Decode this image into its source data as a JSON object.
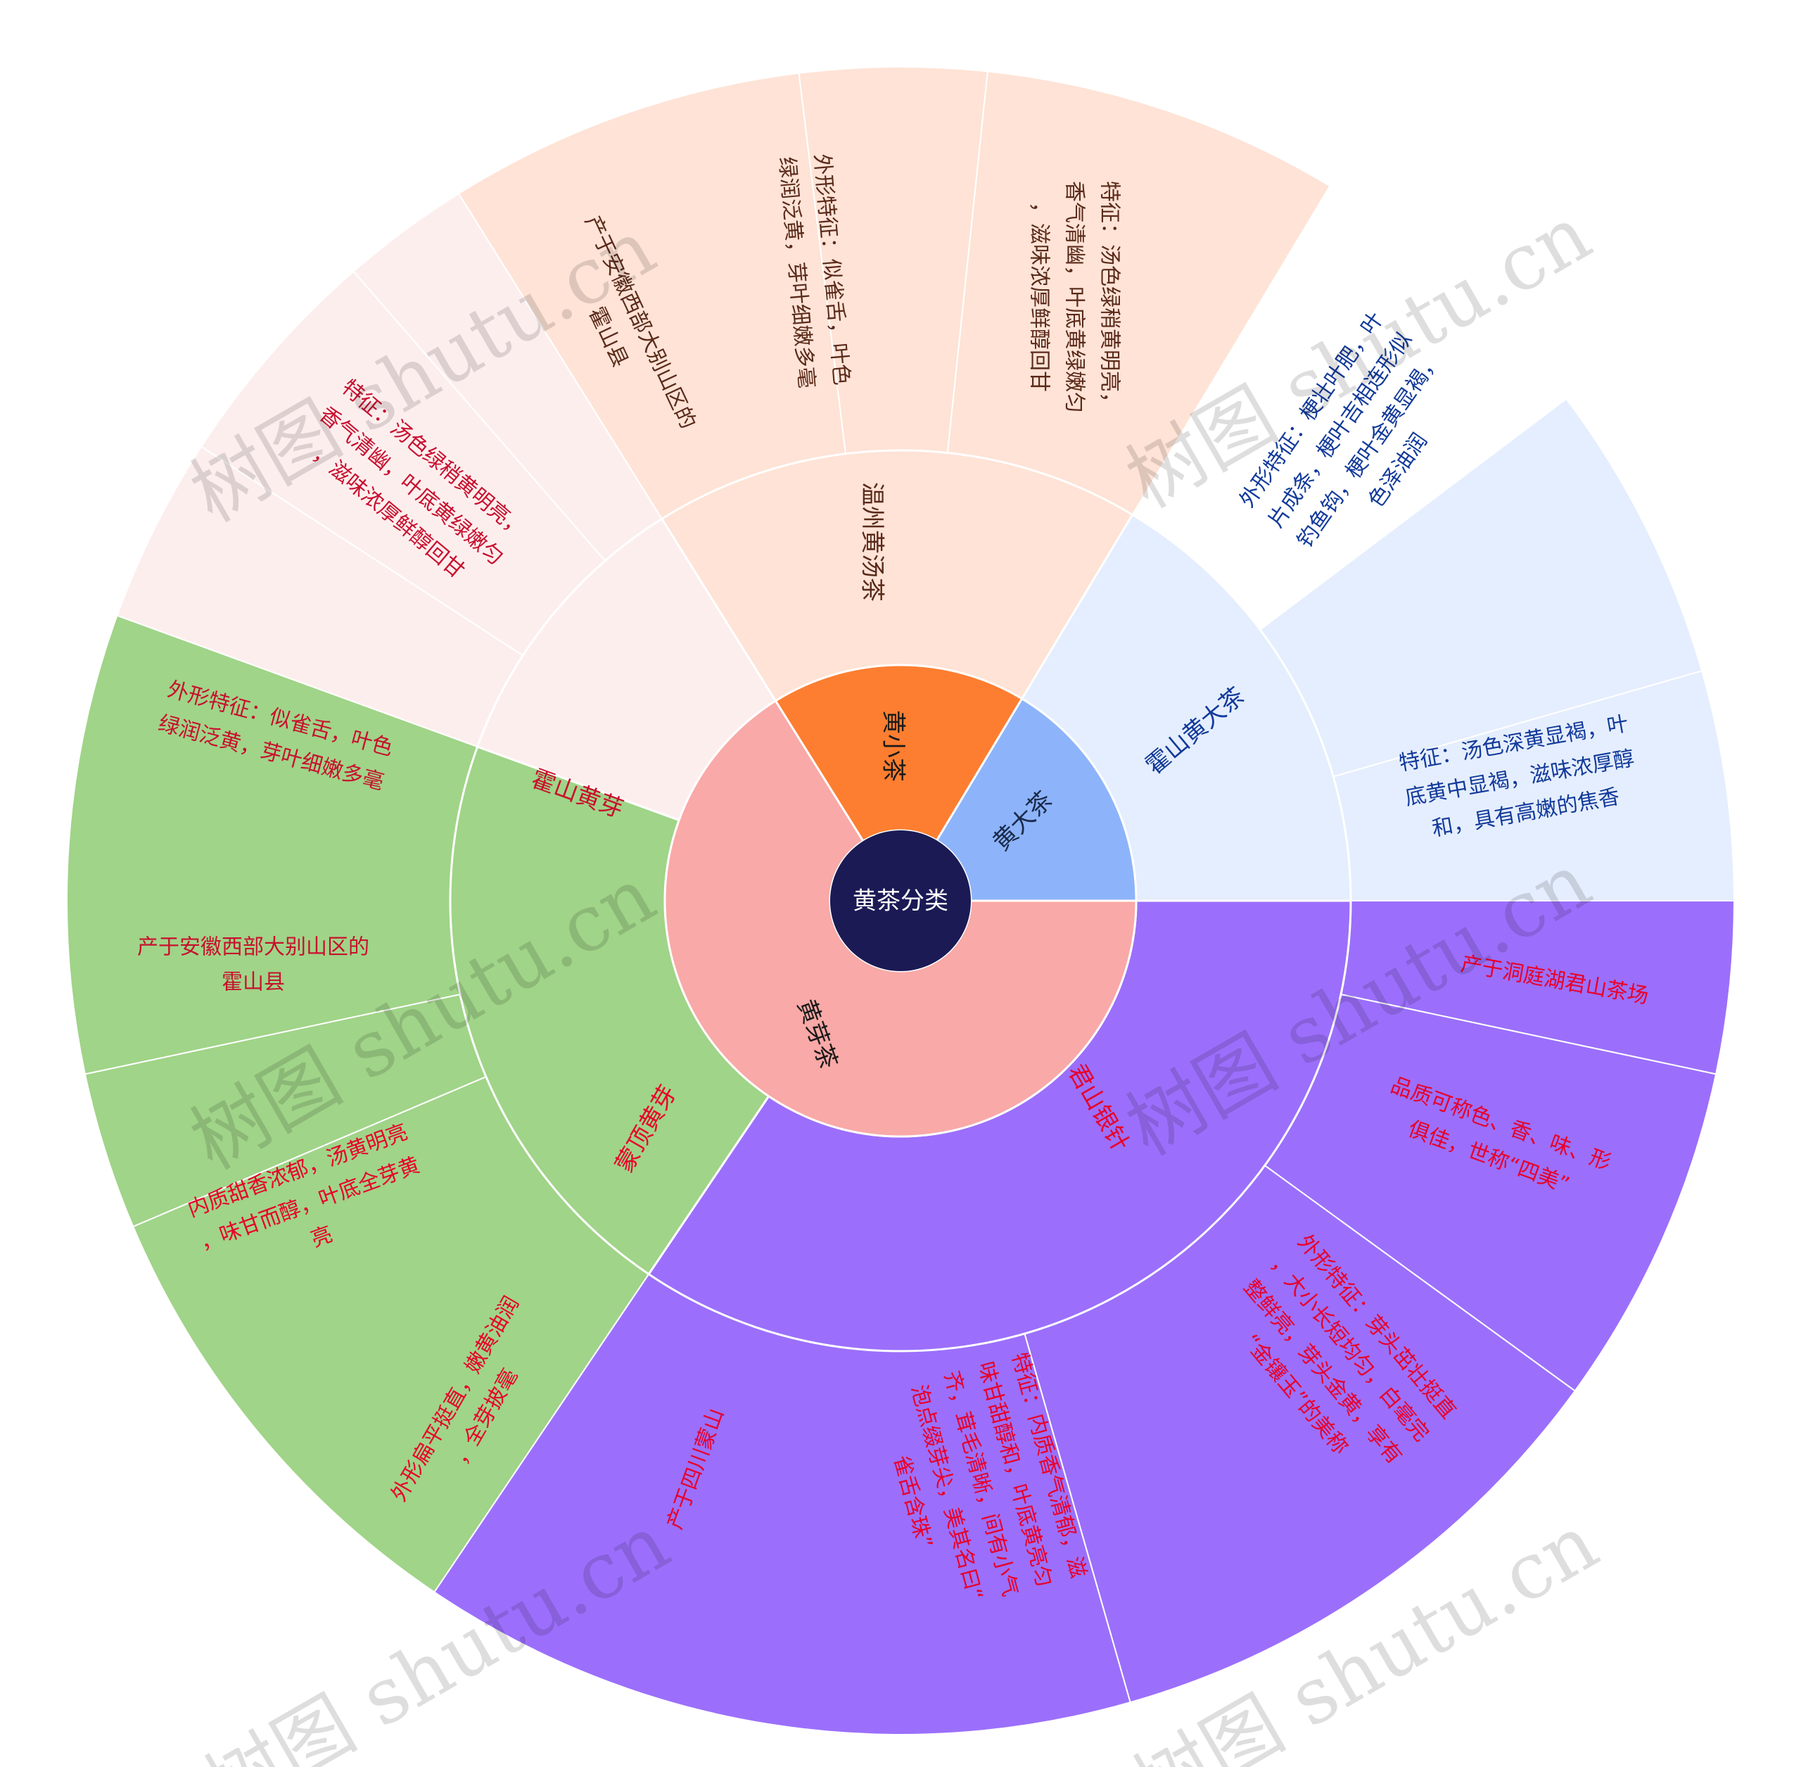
{
  "root": {
    "label": "黄茶分类",
    "color": "#1b1a55"
  },
  "categories": [
    {
      "label": "黄大茶",
      "color": "#8db4fa",
      "text_color": "#1a2a4a",
      "children": [
        {
          "label": "霍山黄大茶",
          "color": "#e5eefe",
          "text_color": "#123a9a",
          "details": [
            {
              "lines": [
                "外形特征：梗壮叶肥，叶",
                "片成条，梗叶吉相连形似",
                "钓鱼钩，梗叶金黄显褐，",
                "色泽油润"
              ],
              "color": "#e5eefe"
            },
            {
              "lines": [
                "特征：汤色深黄显褐，叶",
                "底黄中显褐，滋味浓厚醇",
                "和，具有高嫩的焦香"
              ],
              "color": "#e5eefe"
            }
          ]
        }
      ]
    },
    {
      "label": "黄芽茶",
      "color": "#f9a9a7",
      "text_color": "#1a1a1a",
      "children": [
        {
          "label": "君山银针",
          "color": "#9b6ffb",
          "text_color": "#e8002a",
          "details": [
            {
              "lines": [
                "产于洞庭湖君山茶场"
              ],
              "color": "#9b6ffb"
            },
            {
              "lines": [
                "品质可称色、香、味、形",
                "俱佳，世称“四美”"
              ],
              "color": "#9b6ffb"
            },
            {
              "lines": [
                "外形特征：芽头茁壮挺直",
                "，大小长短均匀，白毫完",
                "整鲜亮，芽头金黄，享有",
                "“金镶玉”的美称"
              ],
              "color": "#9b6ffb"
            },
            {
              "lines": [
                "特征：内质香气清郁，滋",
                "味甘甜醇和，叶底黄亮匀",
                "齐，茸毛清晰，间有小气",
                "泡点缀芽尖，美其名曰“",
                "雀舌含珠”"
              ],
              "color": "#9b6ffb"
            }
          ]
        },
        {
          "label": "蒙顶黄芽",
          "color": "#a0d488",
          "text_color": "#e8002a",
          "details": [
            {
              "lines": [
                "产于四川蒙山"
              ],
              "color": "#a0d488"
            },
            {
              "lines": [
                "外形扁平挺直，嫩黄油润",
                "，全芽披毫"
              ],
              "color": "#a0d488"
            },
            {
              "lines": [
                "内质甜香浓郁，汤黄明亮",
                "，味甘而醇，叶底全芽黄",
                "亮"
              ],
              "color": "#a0d488"
            }
          ]
        },
        {
          "label": "霍山黄芽",
          "color": "#fdeeee",
          "text_color": "#c8102e",
          "details": [
            {
              "lines": [
                "产于安徽西部大别山区的",
                "霍山县"
              ],
              "color": "#fdeeee"
            },
            {
              "lines": [
                "外形特征：似雀舌，叶色",
                "绿润泛黄，芽叶细嫩多毫"
              ],
              "color": "#fdeeee"
            },
            {
              "lines": [
                "特征：汤色绿稍黄明亮，",
                "香气清幽，叶底黄绿嫩匀",
                "，滋味浓厚鲜醇回甘"
              ],
              "color": "#fdeeee"
            }
          ]
        }
      ]
    },
    {
      "label": "黄小茶",
      "color": "#fd7e30",
      "text_color": "#1a1a1a",
      "children": [
        {
          "label": "温州黄汤茶",
          "color": "#fee3d6",
          "text_color": "#5a2a1a",
          "details": [
            {
              "lines": [
                "产于安徽西部大别山区的",
                "霍山县"
              ],
              "color": "#fee3d6"
            },
            {
              "lines": [
                "外形特征：似雀舌，叶色",
                "绿润泛黄，芽叶细嫩多毫"
              ],
              "color": "#fee3d6"
            },
            {
              "lines": [
                "特征：汤色绿稍黄明亮，",
                "香气清幽，叶底黄绿嫩匀",
                "，滋味浓厚鲜醇回甘"
              ],
              "color": "#fee3d6"
            }
          ]
        }
      ]
    }
  ],
  "watermark": "树图 shutu.cn"
}
